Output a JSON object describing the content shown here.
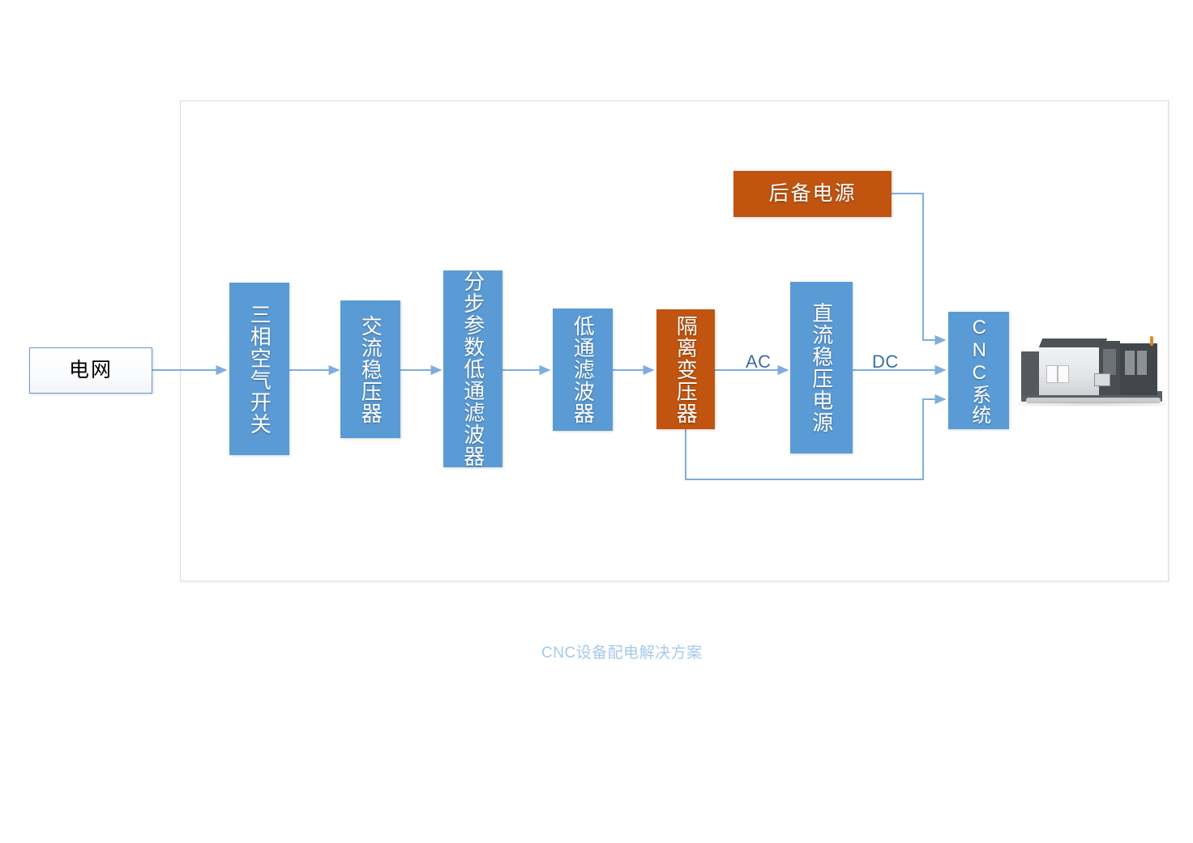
{
  "diagram": {
    "caption": "CNC设备配电解决方案",
    "colors": {
      "blue": "#5B9BD5",
      "orange": "#C1540F",
      "wire": "#7FAEDC",
      "caption": "#A6C9EA",
      "frame_border": "#D9DDE3"
    },
    "nodes": [
      {
        "id": "grid",
        "label": "电网",
        "style": "plain",
        "orientation": "horizontal"
      },
      {
        "id": "breaker",
        "label": "三相空气开关",
        "style": "blue",
        "orientation": "vertical"
      },
      {
        "id": "ac-stab",
        "label": "交流稳压器",
        "style": "blue",
        "orientation": "vertical"
      },
      {
        "id": "step-lpf",
        "label": "分步参数低通滤波器",
        "style": "blue",
        "orientation": "vertical"
      },
      {
        "id": "lpf",
        "label": "低通滤波器",
        "style": "blue",
        "orientation": "vertical"
      },
      {
        "id": "iso-xfmr",
        "label": "隔离变压器",
        "style": "orange",
        "orientation": "vertical"
      },
      {
        "id": "dc-supply",
        "label": "直流稳压电源",
        "style": "blue",
        "orientation": "vertical"
      },
      {
        "id": "cnc",
        "label": "CNC系统",
        "style": "blue",
        "orientation": "vertical"
      },
      {
        "id": "backup",
        "label": "后备电源",
        "style": "orange",
        "orientation": "horizontal"
      }
    ],
    "wire_labels": [
      {
        "id": "ac",
        "text": "AC"
      },
      {
        "id": "dc",
        "text": "DC"
      }
    ],
    "machine": {
      "alt": "cnc-lathe-machine-photo"
    }
  }
}
